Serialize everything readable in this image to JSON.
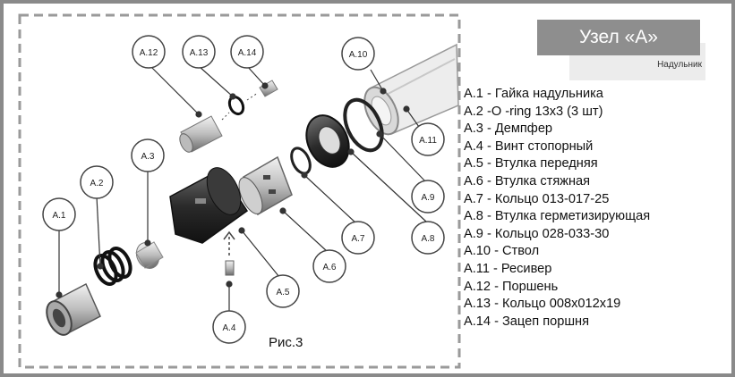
{
  "title": "Узел «А»",
  "subtitle": "Надульник",
  "legend": [
    "А.1  - Гайка  надульника",
    "А.2  -O -ring 13х3 (3 шт)",
    "А.3  - Демпфер",
    "А.4  - Винт стопорный",
    "А.5  - Втулка передняя",
    "А.6  - Втулка стяжная",
    "А.7  - Кольцо 013-017-25",
    "А.8  - Втулка герметизирующая",
    "А.9  - Кольцо 028-033-30",
    "А.10 - Ствол",
    "А.11 - Ресивер",
    "А.12 - Поршень",
    "А.13 - Кольцо 008х012х19",
    "А.14 - Зацеп поршня"
  ],
  "caption": "Рис.3",
  "callouts": [
    "A.1",
    "A.2",
    "A.3",
    "A.4",
    "A.5",
    "A.6",
    "A.7",
    "A.8",
    "A.9",
    "A.10",
    "A.11",
    "A.12",
    "A.13",
    "A.14"
  ],
  "colors": {
    "frame": "#8a8a8a",
    "dash": "#9a9a9a",
    "part_dark": "#2b2b2b",
    "part_mid": "#7a7a7a",
    "part_light": "#d6d6d6"
  }
}
